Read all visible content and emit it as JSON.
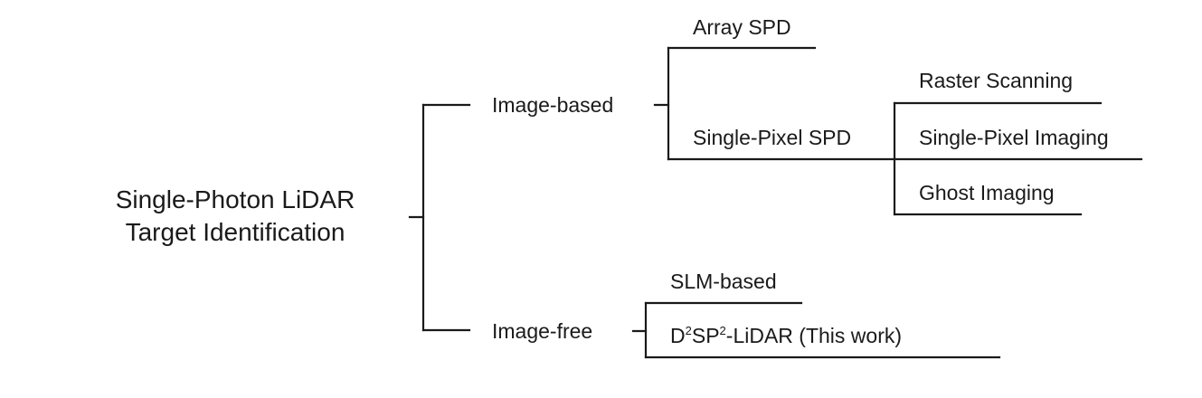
{
  "root": {
    "line1": "Single-Photon LiDAR",
    "line2": "Target Identification"
  },
  "branches": {
    "image_based": "Image-based",
    "image_free": "Image-free"
  },
  "image_based_children": {
    "array_spd": "Array SPD",
    "single_pixel_spd": "Single-Pixel SPD"
  },
  "single_pixel_children": {
    "raster_scanning": "Raster Scanning",
    "single_pixel_imaging": "Single-Pixel Imaging",
    "ghost_imaging": "Ghost Imaging"
  },
  "image_free_children": {
    "slm_based": "SLM-based",
    "this_work": {
      "prefix": "D",
      "sup1": "2",
      "middle": "SP",
      "sup2": "2",
      "suffix": "-LiDAR (This work)"
    }
  }
}
